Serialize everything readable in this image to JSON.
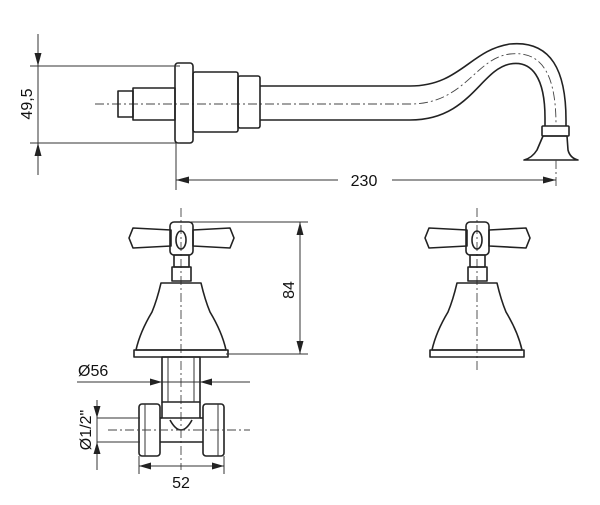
{
  "dimensions": {
    "mount_height": "49,5",
    "spout_reach": "230",
    "valve_height": "84",
    "flange_diameter": "Ø56",
    "thread_size": "Ø1/2\"",
    "body_width": "52"
  },
  "colors": {
    "line": "#222222",
    "background": "#ffffff"
  }
}
